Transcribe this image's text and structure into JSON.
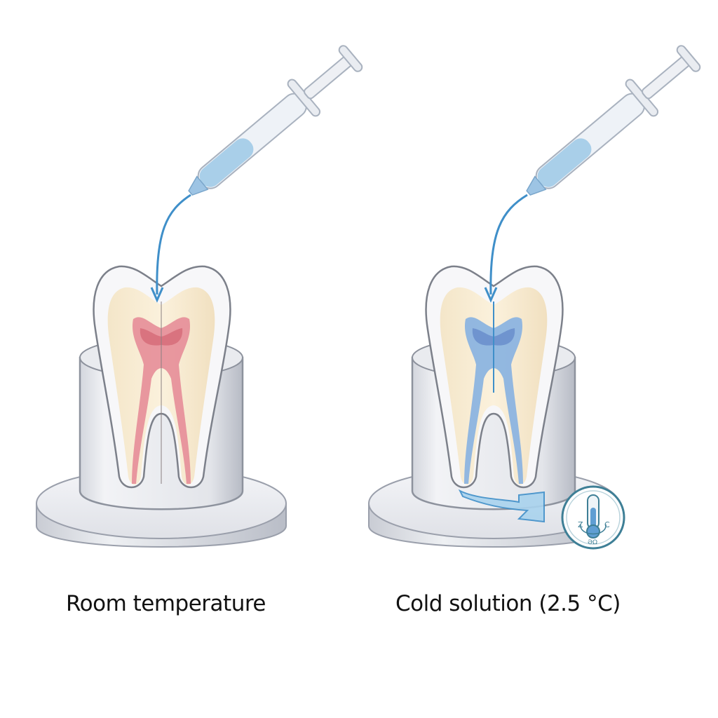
{
  "panels": [
    {
      "id": "room",
      "caption": "Room temperature",
      "pulp_color": "#e58d98",
      "pulp_dark": "#d9737f",
      "solution_color": "#a9cfe9",
      "flow_color": "#3f8fc9"
    },
    {
      "id": "cold",
      "caption": "Cold solution (2.5 °C)",
      "pulp_color": "#8cb4e0",
      "pulp_dark": "#6f94cf",
      "solution_color": "#a9cfe9",
      "flow_color": "#3f8fc9",
      "badge": {
        "icon": "thermometer-icon",
        "label": "cold temperature indicator"
      }
    }
  ],
  "icons": [
    "syringe-icon",
    "tooth-icon",
    "pedestal-icon",
    "flow-arrow-icon",
    "thermometer-icon"
  ]
}
